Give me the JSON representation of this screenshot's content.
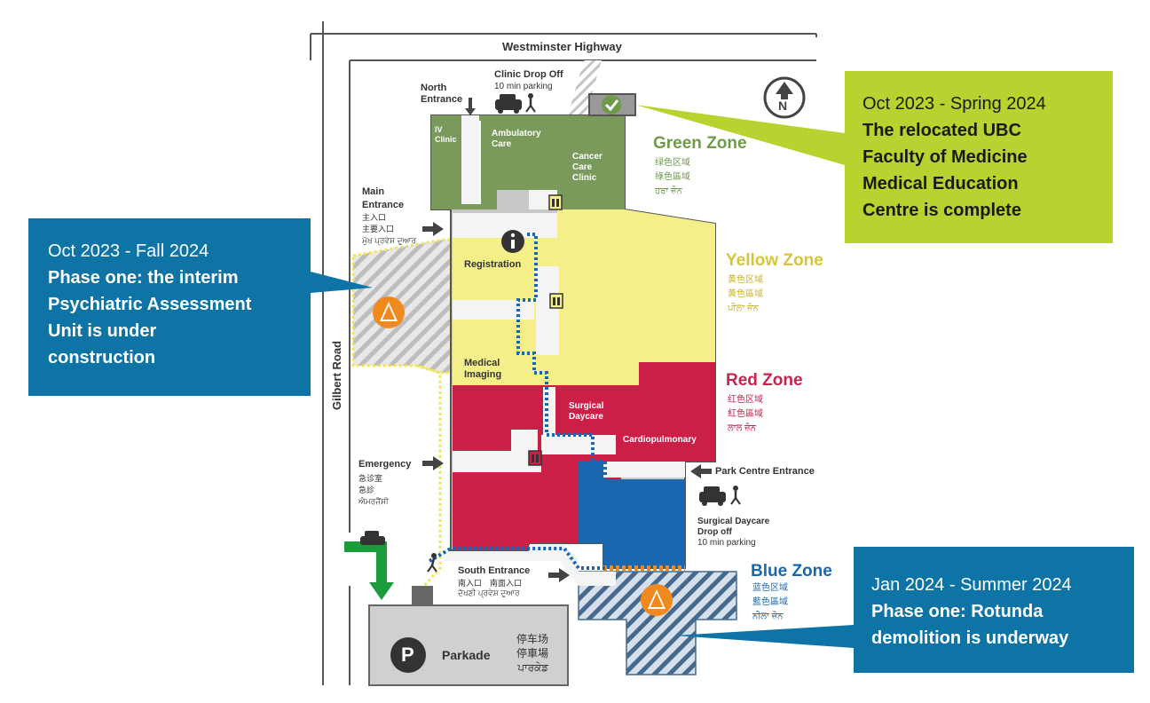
{
  "roads": {
    "westminster": "Westminster Highway",
    "gilbert": "Gilbert Road"
  },
  "north_marker": "N",
  "entrances": {
    "north": "North\nEntrance",
    "main": {
      "title": "Main\nEntrance",
      "translations": [
        "主入口",
        "主要入口",
        "ਮੁੱਖ ਪ੍ਰਵੇਸ਼ ਦੁਆਰ"
      ]
    },
    "emergency": {
      "title": "Emergency",
      "translations": [
        "急诊室",
        "急診",
        "ਐਮਰਜੈਂਸੀ"
      ]
    },
    "south": {
      "title": "South Entrance",
      "translations": [
        "南入口　南面入口",
        "ਦੱਖਣੀ ਪ੍ਰਵੇਸ਼ ਦੁਆਰ"
      ]
    },
    "park_centre": "Park Centre Entrance"
  },
  "dropoffs": {
    "clinic": {
      "title": "Clinic Drop Off",
      "note": "10 min parking"
    },
    "surgical": {
      "title": "Surgical Daycare\nDrop off",
      "note": "10 min parking"
    }
  },
  "departments": {
    "iv_clinic": "IV\nClinic",
    "ambulatory": "Ambulatory\nCare",
    "cancer": "Cancer\nCare\nClinic",
    "registration": "Registration",
    "medical_imaging": "Medical\nImaging",
    "surgical_daycare": "Surgical\nDaycare",
    "cardiopulmonary": "Cardiopulmonary"
  },
  "zones": [
    {
      "name": "Green Zone",
      "translations": [
        "绿色区域",
        "綠色區域",
        "ਹਰਾ ਜ਼ੋਨ"
      ],
      "color": "#6f9a4a"
    },
    {
      "name": "Yellow Zone",
      "translations": [
        "黄色区域",
        "黃色區域",
        "ਪੀਲਾ ਜ਼ੋਨ"
      ],
      "color": "#d7c53a"
    },
    {
      "name": "Red Zone",
      "translations": [
        "红色区域",
        "紅色區域",
        "ਲਾਲ ਜ਼ੋਨ"
      ],
      "color": "#c8234b"
    },
    {
      "name": "Blue Zone",
      "translations": [
        "蓝色区域",
        "藍色區域",
        "ਨੀਲਾ ਜ਼ੋਨ"
      ],
      "color": "#1a67b0"
    }
  ],
  "parkade": {
    "label": "Parkade",
    "translations": "停车场\n停車場\nਪਾਰਕੇਡ",
    "icon_letter": "P"
  },
  "callouts": {
    "left": {
      "date": "Oct 2023 - Fall 2024",
      "message": "Phase one: the interim\nPsychiatric Assessment\nUnit is under\nconstruction",
      "color": "#0e73a5"
    },
    "top_right": {
      "date": "Oct 2023 - Spring 2024",
      "message": "The relocated UBC\nFaculty of Medicine\nMedical Education\nCentre is complete",
      "color": "#b9d22f"
    },
    "bottom_right": {
      "date": "Jan 2024 - Summer 2024",
      "message": "Phase one: Rotunda\ndemolition is underway",
      "color": "#0e73a5"
    }
  },
  "colors": {
    "green_zone": "#7a9a5c",
    "yellow_zone": "#f5ef8a",
    "red_zone": "#cc1f47",
    "blue_zone": "#1a67b0",
    "construction_icon": "#f08a1e"
  }
}
